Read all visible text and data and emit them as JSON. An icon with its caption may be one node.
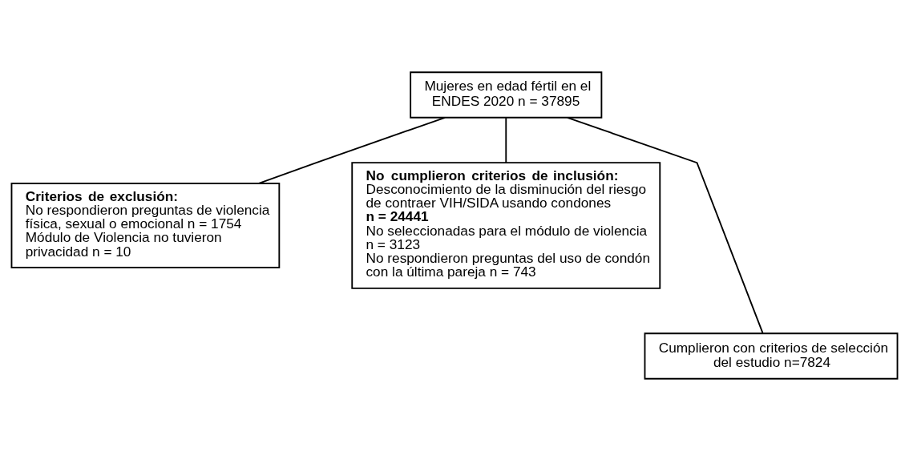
{
  "diagram": {
    "nodes": [
      {
        "text": [
          "Mujeres en edad fértil en el ENDES 2020 n = 37895"
        ]
      },
      {
        "text": [
          "No cumplieron criterios de inclusión:",
          "Desconocimiento de la disminución del riesgo de contraer VIH/SIDA usando condones **n = 24441**",
          "No seleccionadas para el módulo de violencia n = 3123",
          "No respondieron preguntas del uso de condón con la última pareja n = 743"
        ]
      },
      {
        "text": [
          "Criterios de exclusión:",
          "No respondieron preguntas de violencia física, sexual o emocional n = 1754",
          "Módulo de Violencia no tuvieron privacidad n = 10"
        ]
      },
      {
        "text": [
          "Cumplieron con criterios de selección del estudio n=7824"
        ]
      }
    ],
    "edges": [
      {
        "from": 0,
        "to": 1,
        "arrow": "none"
      },
      {
        "from": 0,
        "to": 2,
        "arrow": "none"
      },
      {
        "from": 0,
        "to": 3,
        "arrow": "none"
      }
    ]
  }
}
